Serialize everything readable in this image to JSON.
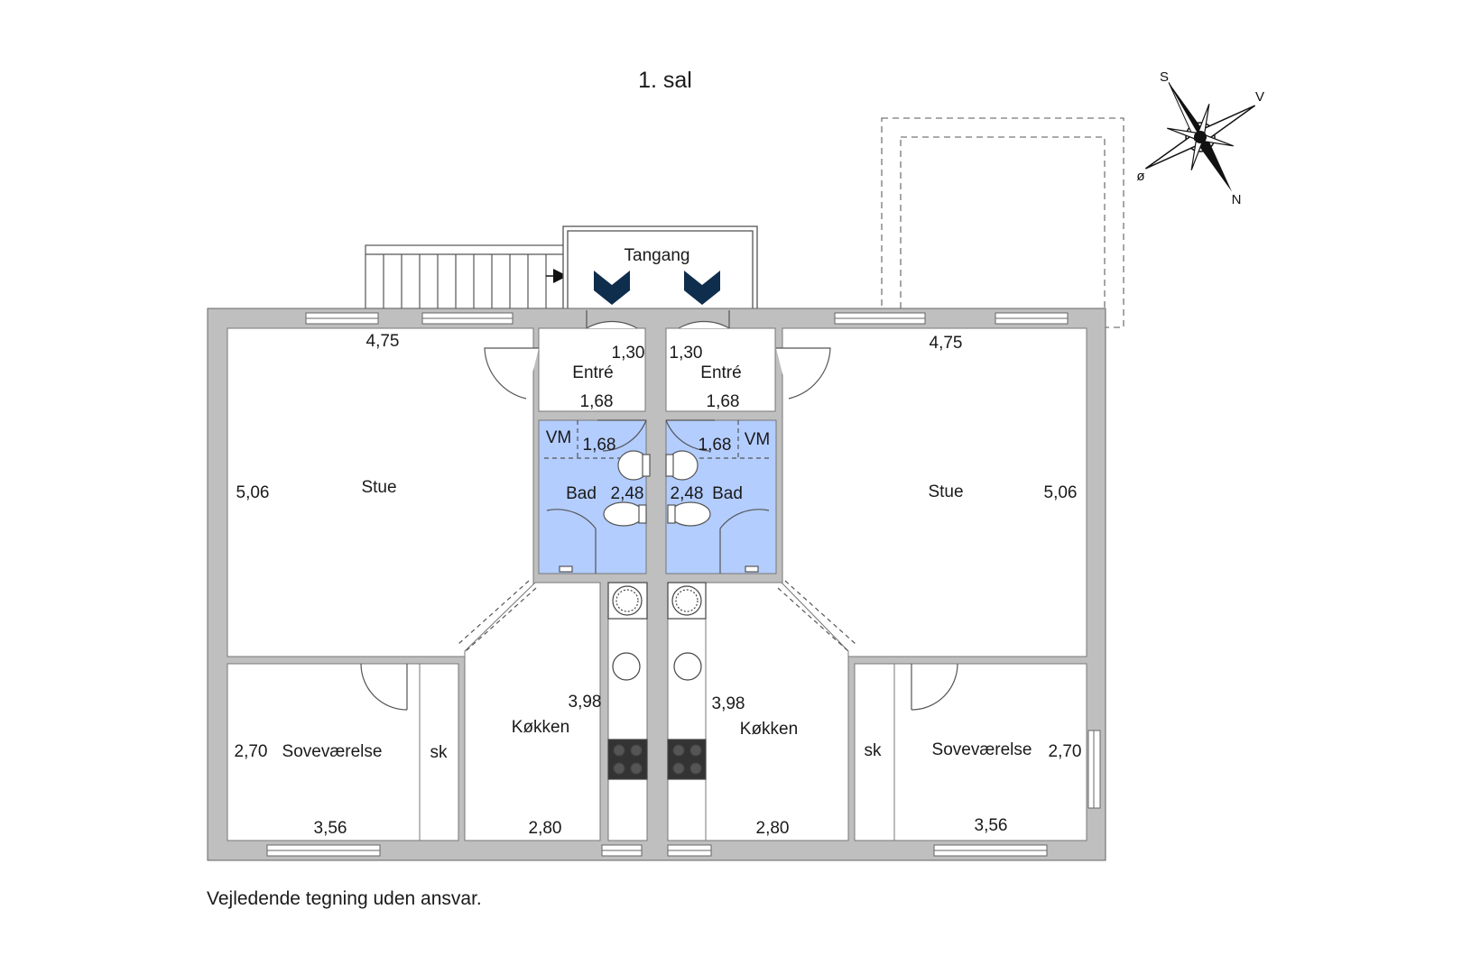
{
  "title": "1. sal",
  "disclaimer": "Vejledende tegning uden ansvar.",
  "compass": {
    "s": "S",
    "v": "V",
    "n": "N",
    "o": "ø"
  },
  "colors": {
    "wall": "#bfbfbf",
    "bathroom": "#b3cdff",
    "chevron": "#0f2d4d",
    "outline": "#555555"
  },
  "rooms": {
    "tangang": "Tangang",
    "left": {
      "stue": "Stue",
      "stue_w": "4,75",
      "stue_h": "5,06",
      "entre": "Entré",
      "entre_w": "1,30",
      "entre_h": "1,68",
      "vm": "VM",
      "bad": "Bad",
      "bad_w": "1,68",
      "bad_h": "2,48",
      "kokken": "Køkken",
      "kokken_h": "3,98",
      "kokken_w": "2,80",
      "sovevaerelse": "Soveværelse",
      "sove_h": "2,70",
      "sove_w": "3,56",
      "sk": "sk"
    },
    "right": {
      "stue": "Stue",
      "stue_w": "4,75",
      "stue_h": "5,06",
      "entre": "Entré",
      "entre_w": "1,30",
      "entre_h": "1,68",
      "vm": "VM",
      "bad": "Bad",
      "bad_w": "1,68",
      "bad_h": "2,48",
      "kokken": "Køkken",
      "kokken_h": "3,98",
      "kokken_w": "2,80",
      "sovevaerelse": "Soveværelse",
      "sove_h": "2,70",
      "sove_w": "3,56",
      "sk": "sk"
    }
  }
}
